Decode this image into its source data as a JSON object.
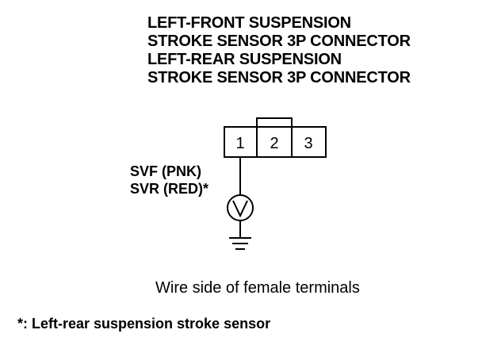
{
  "title_lines": [
    "LEFT-FRONT SUSPENSION",
    "STROKE SENSOR 3P CONNECTOR",
    "LEFT-REAR SUSPENSION",
    "STROKE SENSOR 3P CONNECTOR"
  ],
  "connector": {
    "pins": [
      "1",
      "2",
      "3"
    ]
  },
  "wire_labels": [
    "SVF (PNK)",
    "SVR (RED)*"
  ],
  "meter_icon": "voltmeter-icon",
  "ground_icon": "ground-icon",
  "caption": "Wire side of female terminals",
  "footnote": "*: Left-rear suspension stroke sensor"
}
